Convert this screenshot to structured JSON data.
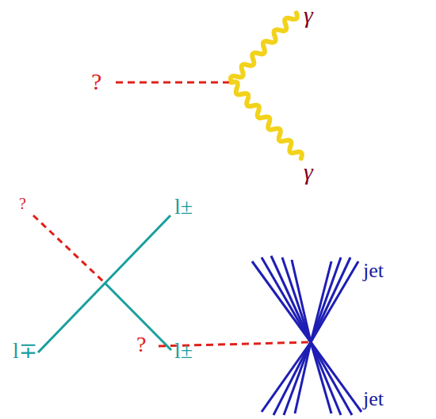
{
  "diagram": {
    "labels": [
      "γ",
      "?",
      "γ",
      "?",
      "l±",
      "jet",
      "l∓",
      "l±",
      "?",
      "jet"
    ]
  }
}
